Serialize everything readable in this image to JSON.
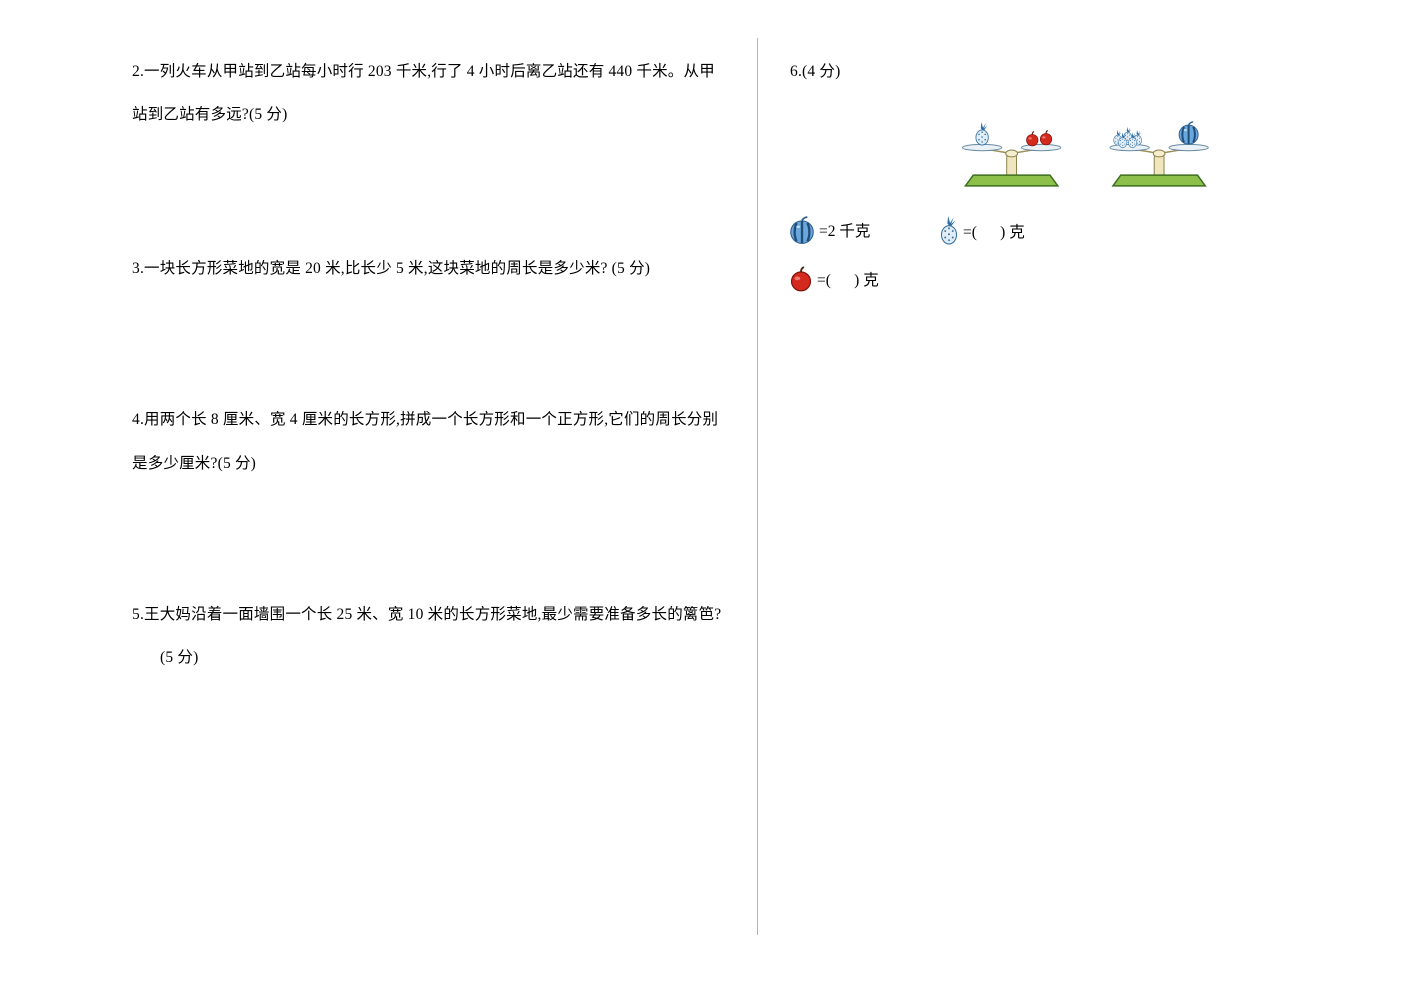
{
  "questions": {
    "q2": {
      "line1": "2.一列火车从甲站到乙站每小时行 203 千米,行了 4 小时后离乙站还有 440 千米。从甲",
      "line2": "站到乙站有多远?(5 分)"
    },
    "q3": {
      "line1": "3.一块长方形菜地的宽是 20 米,比长少 5 米,这块菜地的周长是多少米? (5 分)"
    },
    "q4": {
      "line1": "4.用两个长 8 厘米、宽 4 厘米的长方形,拼成一个长方形和一个正方形,它们的周长分别",
      "line2": "是多少厘米?(5 分)"
    },
    "q5": {
      "line1": "5.王大妈沿着一面墙围一个长 25 米、宽 10 米的长方形菜地,最少需要准备多长的篱笆?",
      "line2": "(5 分)"
    },
    "q6": {
      "label": "6.(4 分)",
      "watermelon_equation": "=2 千克",
      "pineapple_equation": "=(      ) 克",
      "apple_equation": "=(      ) 克"
    }
  },
  "figure": {
    "scale1": {
      "left_plate": "pineapple",
      "right_plate": "two apples"
    },
    "scale2": {
      "left_plate": "pineapple cluster",
      "right_plate": "watermelon"
    }
  },
  "icons": {
    "watermelon": "watermelon-icon",
    "pineapple": "pineapple-icon",
    "apple": "apple-icon",
    "scale": "balance-scale-icon"
  },
  "colors": {
    "text": "#000000",
    "divider": "#b4b4b4",
    "scale_base_green": "#8dc04b",
    "scale_post_cream": "#efe6bd",
    "watermelon_blue": "#6aa7dc",
    "watermelon_stripe": "#1f4e79",
    "apple_red": "#d42a1e",
    "pineapple_body": "#e2eef7",
    "pineapple_outline": "#39719e"
  }
}
